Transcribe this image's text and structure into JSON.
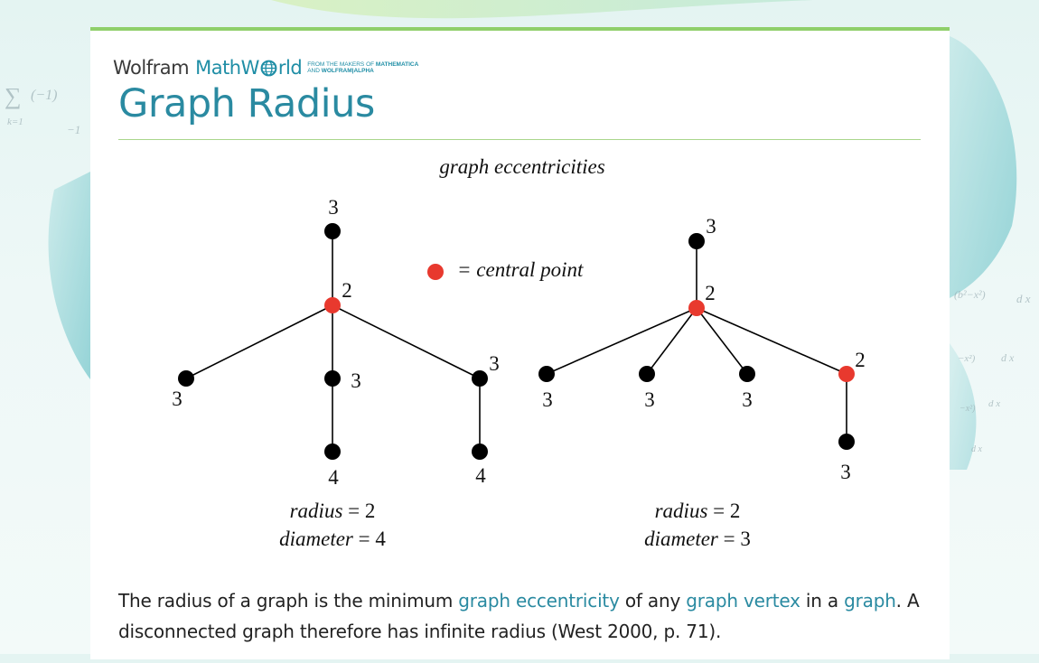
{
  "brand": {
    "wolfram": "Wolfram",
    "mathworld_pre": "MathW",
    "mathworld_post": "rld",
    "tag_line1_pre": "FROM THE MAKERS OF ",
    "tag_line1_strong": "MATHEMATICA",
    "tag_line2_pre": "AND ",
    "tag_line2_strong": "WOLFRAM|ALPHA"
  },
  "page": {
    "title": "Graph Radius"
  },
  "figure": {
    "title": "graph eccentricities",
    "legend_text": "= central point",
    "left": {
      "nodes": [
        {
          "id": "a",
          "central": false,
          "label": "3"
        },
        {
          "id": "b",
          "central": true,
          "label": "2"
        },
        {
          "id": "c",
          "central": false,
          "label": "3"
        },
        {
          "id": "d",
          "central": false,
          "label": "3"
        },
        {
          "id": "e",
          "central": false,
          "label": "4"
        },
        {
          "id": "f",
          "central": false,
          "label": "3"
        },
        {
          "id": "g",
          "central": false,
          "label": "4"
        }
      ],
      "edges": [
        [
          "a",
          "b"
        ],
        [
          "b",
          "c"
        ],
        [
          "b",
          "d"
        ],
        [
          "d",
          "e"
        ],
        [
          "b",
          "f"
        ],
        [
          "f",
          "g"
        ]
      ],
      "radius_label": "radius",
      "radius_value": "2",
      "diameter_label": "diameter",
      "diameter_value": "4"
    },
    "right": {
      "nodes": [
        {
          "id": "a",
          "central": false,
          "label": "3"
        },
        {
          "id": "b",
          "central": true,
          "label": "2"
        },
        {
          "id": "c",
          "central": false,
          "label": "3"
        },
        {
          "id": "d",
          "central": false,
          "label": "3"
        },
        {
          "id": "e",
          "central": false,
          "label": "3"
        },
        {
          "id": "f",
          "central": true,
          "label": "2"
        },
        {
          "id": "g",
          "central": false,
          "label": "3"
        }
      ],
      "edges": [
        [
          "a",
          "b"
        ],
        [
          "b",
          "c"
        ],
        [
          "b",
          "d"
        ],
        [
          "b",
          "e"
        ],
        [
          "b",
          "f"
        ],
        [
          "f",
          "g"
        ]
      ],
      "radius_label": "radius",
      "radius_value": "2",
      "diameter_label": "diameter",
      "diameter_value": "3"
    },
    "colors": {
      "central": "#e8392e",
      "vertex": "#000000",
      "edge": "#000000"
    }
  },
  "body": {
    "t1": "The radius of a graph is the minimum ",
    "link1": "graph eccentricity",
    "t2": " of any ",
    "link2": "graph vertex",
    "t3": " in a ",
    "link3": "graph",
    "t4": ". A disconnected graph therefore has infinite radius (West 2000, p. 71)."
  },
  "colors": {
    "accent": "#2a8aa1",
    "rule": "#a9d68c",
    "topbar": "#8fcf6a"
  }
}
